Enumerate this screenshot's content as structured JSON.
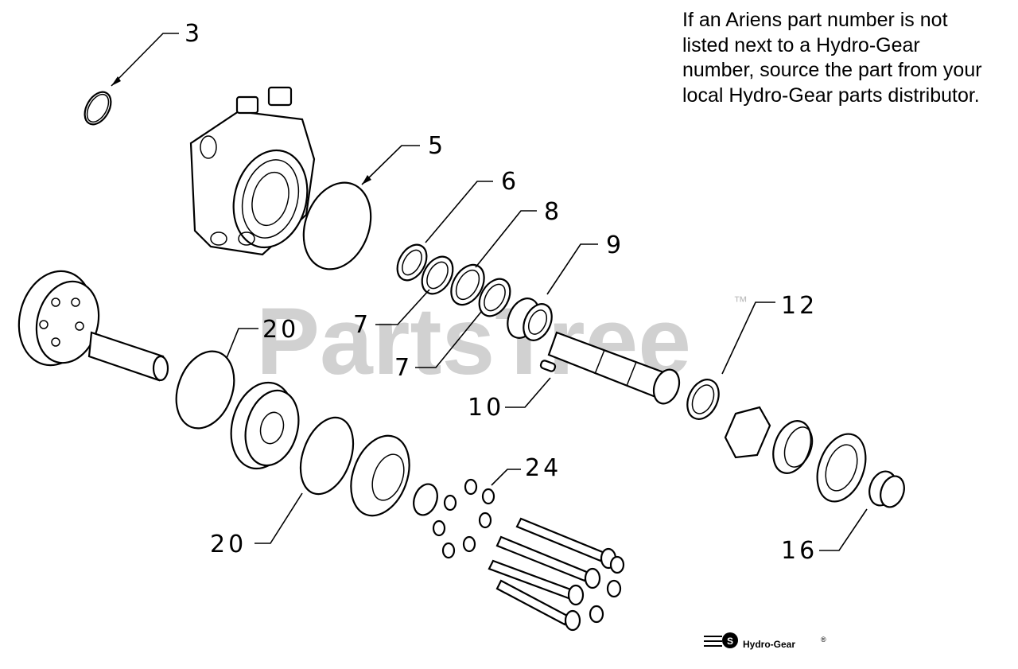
{
  "note": {
    "lines": [
      "If an Ariens part number is not",
      "listed next to a Hydro-Gear",
      "number, source the part from your",
      "local Hydro-Gear parts distributor."
    ]
  },
  "watermark": {
    "text": "PartsTree",
    "tm": "™"
  },
  "callouts": {
    "c3": "3",
    "c5": "5",
    "c6": "6",
    "c8": "8",
    "c9": "9",
    "c7a": "7",
    "c7b": "7",
    "c10": "10",
    "c12": "12",
    "c20a": "20",
    "c20b": "20",
    "c24": "24",
    "c16": "16"
  },
  "brand": {
    "name": "Hydro-Gear",
    "mark": "®"
  }
}
